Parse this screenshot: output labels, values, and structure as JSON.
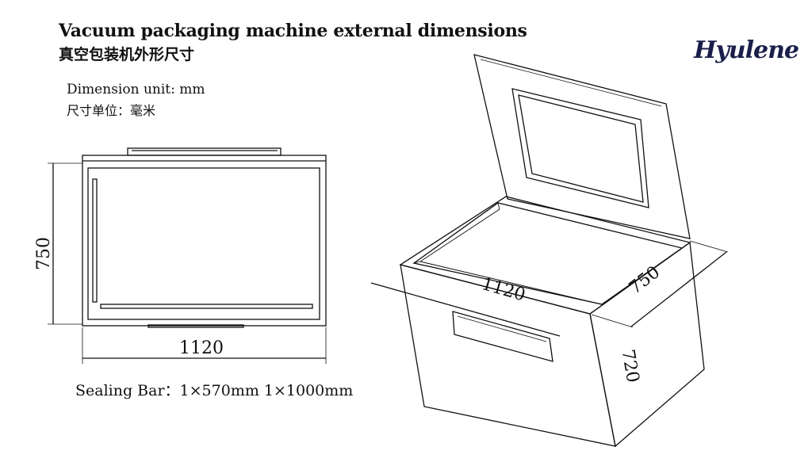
{
  "title": {
    "en": "Vacuum packaging machine external dimensions",
    "zh": "真空包装机外形尺寸"
  },
  "unit": {
    "en": "Dimension unit: mm",
    "zh": "尺寸单位：毫米"
  },
  "sealing_bar": "Sealing Bar：1×570mm 1×1000mm",
  "logo": {
    "text": "Hyulene",
    "color": "#1a1f4a"
  },
  "front_view": {
    "width_label": "1120",
    "height_label": "750"
  },
  "iso_view": {
    "length_label": "1120",
    "depth_label": "750",
    "height_label": "720"
  }
}
